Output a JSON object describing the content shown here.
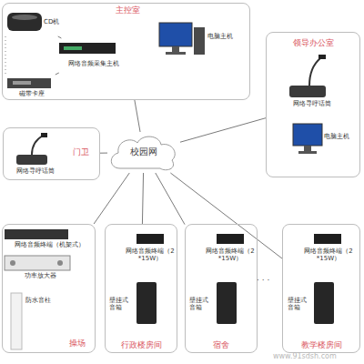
{
  "diagram": {
    "nodes": [
      {
        "text": [
          "主控室"
        ]
      },
      {
        "text": [
          "CD机"
        ],
        "in": 0
      },
      {
        "text": [
          "网络音频采集主机"
        ],
        "in": 0
      },
      {
        "text": [
          "磁带卡座"
        ],
        "in": 0
      },
      {
        "text": [
          "电脑主机"
        ],
        "in": 0
      },
      {
        "text": [
          "领导办公室"
        ]
      },
      {
        "text": [
          "网络寻呼话筒"
        ],
        "in": 5
      },
      {
        "text": [
          "电脑主机"
        ],
        "in": 5
      },
      {
        "text": [
          "门卫"
        ]
      },
      {
        "text": [
          "网络寻呼话筒"
        ],
        "in": 8
      },
      {
        "text": [
          "校园网"
        ]
      },
      {
        "text": [
          "操场"
        ]
      },
      {
        "text": [
          "网络音频终端（机架式）"
        ],
        "in": 11
      },
      {
        "text": [
          "功率放大器"
        ],
        "in": 11
      },
      {
        "text": [
          "防水音柱"
        ],
        "in": 11
      },
      {
        "text": [
          "行政楼房间"
        ]
      },
      {
        "text": [
          "网络音频终端（2*15W）"
        ],
        "in": 15
      },
      {
        "text": [
          "壁挂式音箱"
        ],
        "in": 15
      },
      {
        "text": [
          "宿舍"
        ]
      },
      {
        "text": [
          "网络音频终端（2*15W）"
        ],
        "in": 18
      },
      {
        "text": [
          "壁挂式音箱"
        ],
        "in": 18
      },
      {
        "text": [
          "教学楼房间"
        ]
      },
      {
        "text": [
          "网络音频终端（2*15W）"
        ],
        "in": 21
      },
      {
        "text": [
          "壁挂式音箱"
        ],
        "in": 21
      }
    ],
    "edges": [
      {
        "from": 10,
        "to": 0,
        "arrow": "none"
      },
      {
        "from": 10,
        "to": 5,
        "arrow": "none"
      },
      {
        "from": 10,
        "to": 8,
        "arrow": "none"
      },
      {
        "from": 10,
        "to": 11,
        "arrow": "none"
      },
      {
        "from": 10,
        "to": 15,
        "arrow": "none"
      },
      {
        "from": 10,
        "to": 18,
        "arrow": "none"
      },
      {
        "from": 10,
        "to": 21,
        "arrow": "none"
      },
      {
        "from": 1,
        "to": 2,
        "arrow": "none"
      },
      {
        "from": 3,
        "to": 2,
        "arrow": "none"
      }
    ],
    "labels": [
      "· · ·",
      "www.91sdsh.com"
    ]
  }
}
